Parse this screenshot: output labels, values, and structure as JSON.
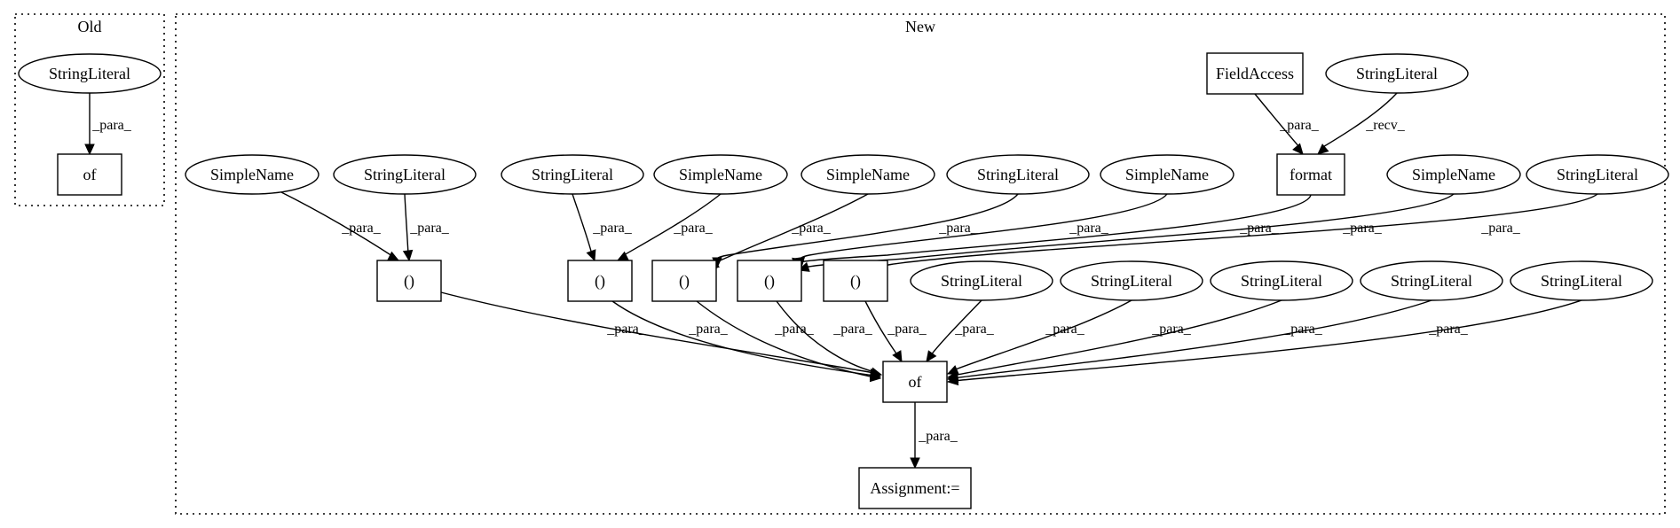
{
  "clusters": [
    {
      "id": "old",
      "label": "Old"
    },
    {
      "id": "new",
      "label": "New"
    }
  ],
  "nodes": [
    {
      "id": "o_sl",
      "label": "StringLiteral",
      "shape": "ellipse"
    },
    {
      "id": "o_of",
      "label": "of",
      "shape": "box"
    },
    {
      "id": "fa",
      "label": "FieldAccess",
      "shape": "box"
    },
    {
      "id": "sl_fmt",
      "label": "StringLiteral",
      "shape": "ellipse"
    },
    {
      "id": "fmt",
      "label": "format",
      "shape": "box"
    },
    {
      "id": "sn1",
      "label": "SimpleName",
      "shape": "ellipse"
    },
    {
      "id": "sl1",
      "label": "StringLiteral",
      "shape": "ellipse"
    },
    {
      "id": "sl2",
      "label": "StringLiteral",
      "shape": "ellipse"
    },
    {
      "id": "sn2",
      "label": "SimpleName",
      "shape": "ellipse"
    },
    {
      "id": "sn3",
      "label": "SimpleName",
      "shape": "ellipse"
    },
    {
      "id": "sl3",
      "label": "StringLiteral",
      "shape": "ellipse"
    },
    {
      "id": "sn4",
      "label": "SimpleName",
      "shape": "ellipse"
    },
    {
      "id": "sn5",
      "label": "SimpleName",
      "shape": "ellipse"
    },
    {
      "id": "sl4",
      "label": "StringLiteral",
      "shape": "ellipse"
    },
    {
      "id": "p1",
      "label": "()",
      "shape": "box"
    },
    {
      "id": "p2",
      "label": "()",
      "shape": "box"
    },
    {
      "id": "p3",
      "label": "()",
      "shape": "box"
    },
    {
      "id": "p4",
      "label": "()",
      "shape": "box"
    },
    {
      "id": "p5",
      "label": "()",
      "shape": "box"
    },
    {
      "id": "sl5",
      "label": "StringLiteral",
      "shape": "ellipse"
    },
    {
      "id": "sl6",
      "label": "StringLiteral",
      "shape": "ellipse"
    },
    {
      "id": "sl7",
      "label": "StringLiteral",
      "shape": "ellipse"
    },
    {
      "id": "sl8",
      "label": "StringLiteral",
      "shape": "ellipse"
    },
    {
      "id": "sl9",
      "label": "StringLiteral",
      "shape": "ellipse"
    },
    {
      "id": "of",
      "label": "of",
      "shape": "box"
    },
    {
      "id": "asg",
      "label": "Assignment:=",
      "shape": "box"
    }
  ],
  "edges": [
    {
      "from": "o_sl",
      "to": "o_of",
      "label": "_para_"
    },
    {
      "from": "fa",
      "to": "fmt",
      "label": "_para_"
    },
    {
      "from": "sl_fmt",
      "to": "fmt",
      "label": "_recv_"
    },
    {
      "from": "sn1",
      "to": "p1",
      "label": "_para_"
    },
    {
      "from": "sl1",
      "to": "p1",
      "label": "_para_"
    },
    {
      "from": "sl2",
      "to": "p2",
      "label": "_para_"
    },
    {
      "from": "sn2",
      "to": "p2",
      "label": "_para_"
    },
    {
      "from": "sn3",
      "to": "p3",
      "label": "_para_"
    },
    {
      "from": "sl3",
      "to": "p3",
      "label": "_para_"
    },
    {
      "from": "sn4",
      "to": "p4",
      "label": "_para_"
    },
    {
      "from": "fmt",
      "to": "p4",
      "label": "_para_"
    },
    {
      "from": "sn5",
      "to": "p4",
      "label": "_para_"
    },
    {
      "from": "sl4",
      "to": "p5",
      "label": "_para_"
    },
    {
      "from": "p1",
      "to": "of",
      "label": "_para_"
    },
    {
      "from": "p2",
      "to": "of",
      "label": "_para_"
    },
    {
      "from": "p3",
      "to": "of",
      "label": "_para_"
    },
    {
      "from": "p4",
      "to": "of",
      "label": "_para_"
    },
    {
      "from": "p5",
      "to": "of",
      "label": "_para_"
    },
    {
      "from": "sl5",
      "to": "of",
      "label": "_para_"
    },
    {
      "from": "sl6",
      "to": "of",
      "label": "_para_"
    },
    {
      "from": "sl7",
      "to": "of",
      "label": "_para_"
    },
    {
      "from": "sl8",
      "to": "of",
      "label": "_para_"
    },
    {
      "from": "sl9",
      "to": "of",
      "label": "_para_"
    },
    {
      "from": "of",
      "to": "asg",
      "label": "_para_"
    }
  ]
}
